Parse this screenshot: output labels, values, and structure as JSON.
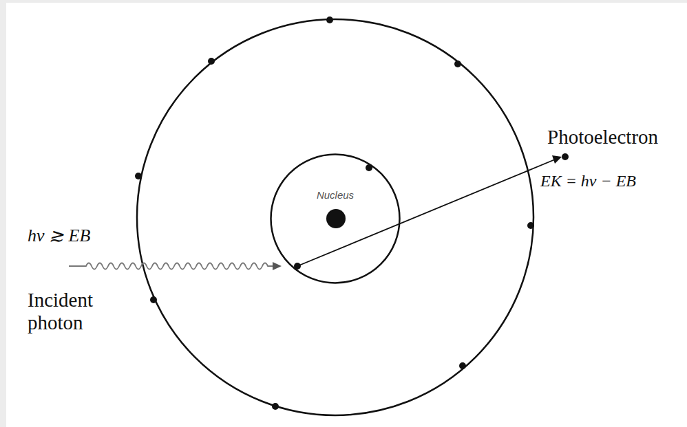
{
  "diagram": {
    "nodes": [
      {
        "text": [
          "Nucleus"
        ]
      }
    ],
    "labels": [
      "hν ≳ EB",
      "Incident photon",
      "Photoelectron",
      "EK = hν − EB"
    ]
  }
}
